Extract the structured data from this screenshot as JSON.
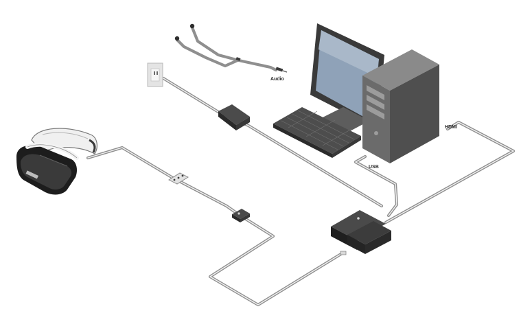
{
  "labels": {
    "audio": "Audio",
    "hdmi": "HDMI",
    "usb": "USB"
  },
  "colors": {
    "cable": "#8f8f8f",
    "cable_inner": "#f2f2f2",
    "device_dark": "#2c2c2c",
    "device_gray": "#5a5a5a",
    "monitor_screen": "#8fa2b8",
    "tower_front": "#6b6b6b"
  },
  "icons": [
    "vr-headset-icon",
    "desktop-pc-icon",
    "monitor-icon",
    "keyboard-icon",
    "pc-tower-icon",
    "wall-outlet-icon",
    "ac-adapter-icon",
    "earbuds-icon",
    "inline-remote-icon",
    "processor-unit-icon"
  ]
}
